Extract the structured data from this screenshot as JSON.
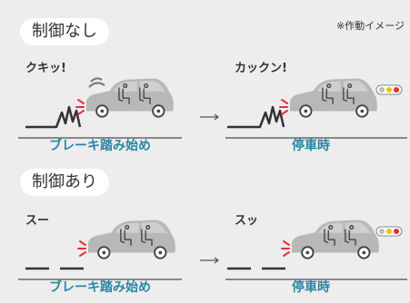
{
  "note": "※作動イメージ",
  "sections": [
    {
      "title": "制御なし",
      "panels": [
        {
          "sound": "クキッ!",
          "caption": "ブレーキ踏み始め"
        },
        {
          "sound": "カックン!",
          "caption": "停車時"
        }
      ]
    },
    {
      "title": "制御あり",
      "panels": [
        {
          "sound": "スー",
          "caption": "ブレーキ踏み始め"
        },
        {
          "sound": "スッ",
          "caption": "停車時"
        }
      ]
    }
  ],
  "colors": {
    "accent": "#2a86a3",
    "car": "#b8b8b8",
    "alert": "#e52e3a"
  }
}
